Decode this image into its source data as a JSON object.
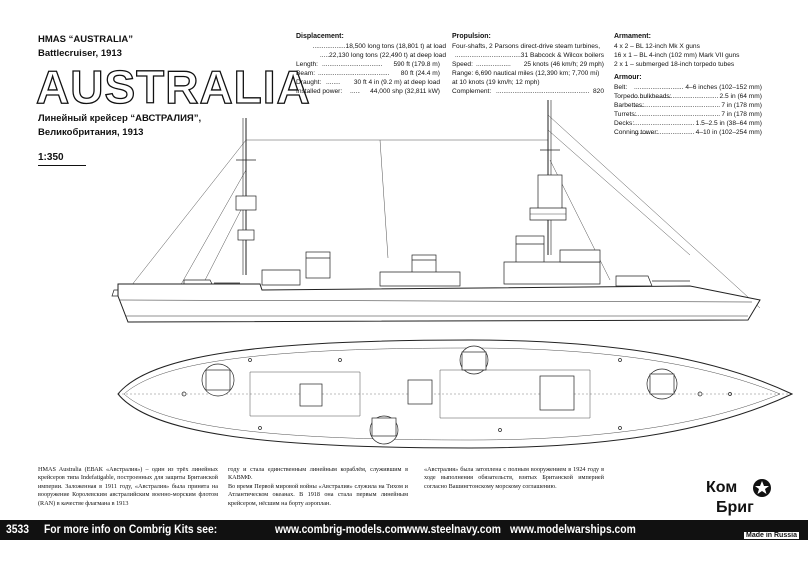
{
  "title": {
    "line1": "HMAS “AUSTRALIA”",
    "line2": "Battlecruiser, 1913",
    "big_name": "AUSTRALIA",
    "ru_line1": "Линейный крейсер “АВСТРАЛИЯ”,",
    "ru_line2": "Великобритания, 1913",
    "scale": "1:350"
  },
  "displacement": {
    "heading": "Displacement:",
    "rows": [
      {
        "value": "18,500 long tons (18,801 t) at load"
      },
      {
        "value": "22,130 long tons (22,490 t) at deep load"
      }
    ],
    "specs": [
      {
        "label": "Length:",
        "value": "590 ft (179.8 m)"
      },
      {
        "label": "Beam:",
        "value": "80 ft (24.4 m)"
      },
      {
        "label": "Draught:",
        "value": "30 ft 4 in (9.2 m) at deep load"
      },
      {
        "label": "Installed power:",
        "value": "44,000 shp (32,811 kW)"
      }
    ]
  },
  "propulsion": {
    "heading": "Propulsion:",
    "lines": [
      "Four-shafts, 2 Parsons direct-drive steam turbines,",
      "31 Babcock & Wilcox boilers"
    ],
    "speed_label": "Speed:",
    "speed_value": "25 knots (46 km/h; 29 mph)",
    "range_line1": "Range: 6,690 nautical miles (12,390 km; 7,700 mi)",
    "range_line2": "at 10 knots (19 km/h; 12 mph)",
    "complement_label": "Complement:",
    "complement_value": "820"
  },
  "armament": {
    "heading": "Armament:",
    "lines": [
      "4 x 2 –  BL 12-inch Mk X guns",
      "16 x 1 –  BL 4-inch (102 mm) Mark VII guns",
      "2 x 1 – submerged 18-inch torpedo tubes"
    ]
  },
  "armour": {
    "heading": "Armour:",
    "rows": [
      {
        "label": "Belt:",
        "value": "4–6 inches (102–152 mm)"
      },
      {
        "label": "Torpedo bulkheads:",
        "value": "2.5 in (64 mm)"
      },
      {
        "label": "Barbettes:",
        "value": "7 in (178 mm)"
      },
      {
        "label": "Turrets:",
        "value": "7 in (178 mm)"
      },
      {
        "label": "Decks:",
        "value": "1.5–2.5 in (38–64 mm)"
      },
      {
        "label": "Conning tower:",
        "value": "4–10 in (102–254 mm)"
      }
    ]
  },
  "description": {
    "col1": "HMAS Australia (ЕВАК «Австралия») – один из трёх линейных крейсеров типа Indefatigable, построенных для защиты Британской империи. Заложенная в 1911 году, «Австралия» была принята на вооружение Королевским австралийским военно-морским флотом (RAN) в качестве флагмана в 1913",
    "col2": "году и стала единственным линейным кораблём, служившим в КАВМФ.\nВо время Первой мировой войны «Австралия» служила на Тихом и Атлантическом океанах. В 1918 она стала первым линейным крейсером, нёсшим на борту аэроплан.",
    "col3": "«Австралия» была затоплена с полным вооружением в 1924 году в ходе выполнения обязательств, взятых Британской империей согласно Вашингтонскому морскому соглашению."
  },
  "footer": {
    "code": "3533",
    "more_info": "For more info on Combrig Kits see:",
    "site1": "www.combrig-models.com",
    "site2": "www.steelnavy.com",
    "site3": "www.modelwarships.com"
  },
  "brand": {
    "logo_line1": "Ком",
    "logo_line2": "Бриг",
    "made_in": "Made in Russia"
  },
  "icons": {
    "star": "star-icon",
    "profile": "ship-profile-drawing",
    "plan": "ship-plan-drawing"
  }
}
